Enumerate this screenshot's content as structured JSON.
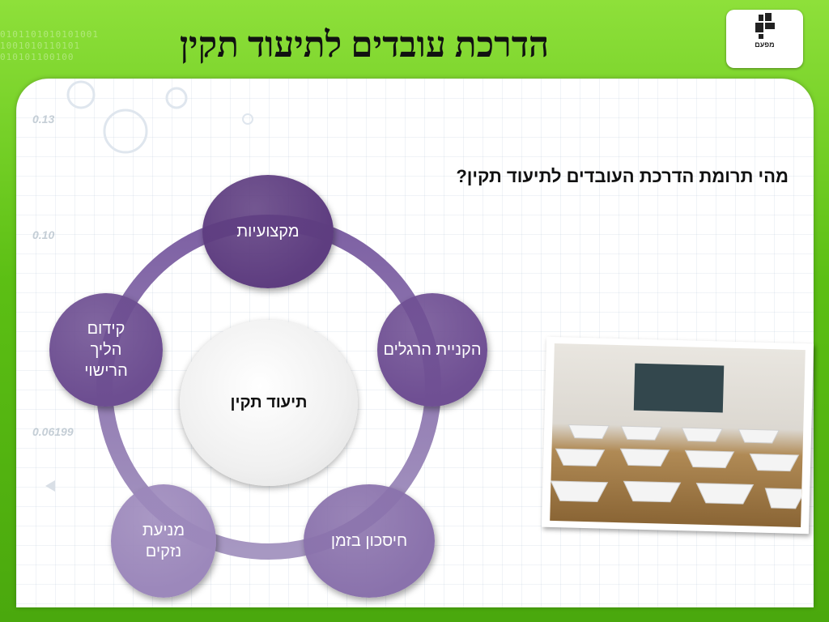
{
  "slide": {
    "title": "הדרכת עובדים לתיעוד תקין",
    "question": "מהי תרומת הדרכת העובדים לתיעוד תקין?"
  },
  "logo": {
    "icon": "building-blocks-logo",
    "name": "מפעם"
  },
  "decor": {
    "binary_text": "0101101010101001 1001010110101 010101100100",
    "numbers": [
      "0.13",
      "0.10",
      "0.06199"
    ]
  },
  "diagram": {
    "center": "תיעוד תקין",
    "nodes": [
      {
        "label": "מקצועיות",
        "color": "#5e3d80"
      },
      {
        "label": "הקניית הרגלים",
        "color": "#6f4f93"
      },
      {
        "label": "חיסכון בזמן",
        "color": "#8a72ac"
      },
      {
        "label": "מניעת נזקים",
        "color": "#9c88bb"
      },
      {
        "label": "קידום הליך הרישוי",
        "color": "#6d4e91"
      }
    ],
    "ring_color": "#8c77ad"
  },
  "image": {
    "subject": "classroom-photo"
  }
}
